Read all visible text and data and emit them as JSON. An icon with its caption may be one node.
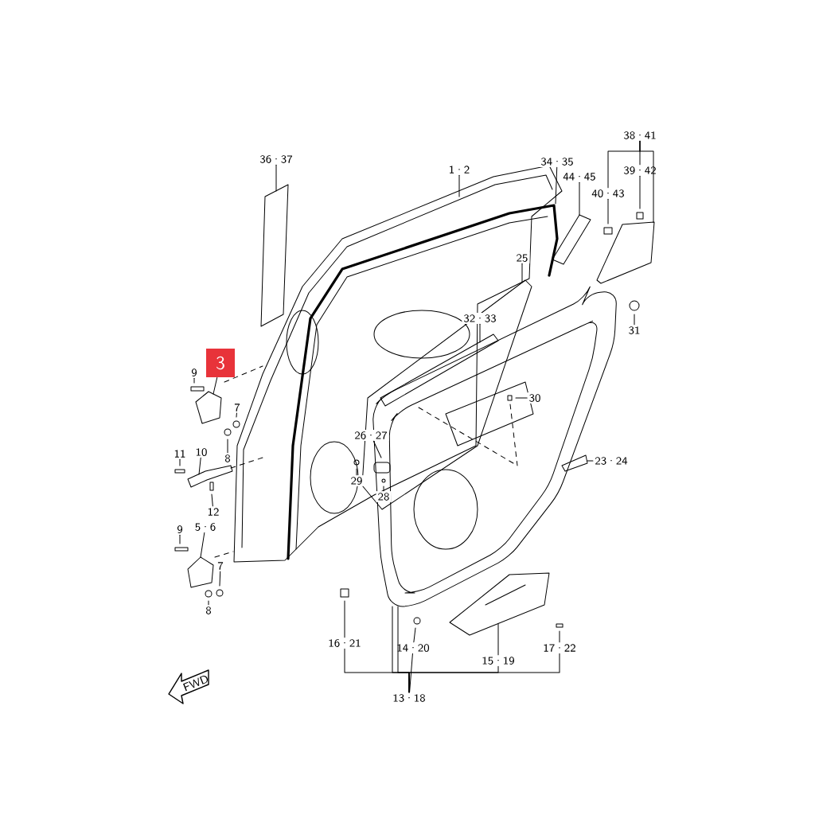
{
  "diagram": {
    "nodes": [
      {
        "text": [
          "36·37"
        ]
      },
      {
        "text": [
          "1·2"
        ]
      },
      {
        "text": [
          "34·35"
        ]
      },
      {
        "text": [
          "44·45"
        ]
      },
      {
        "text": [
          "40·43"
        ]
      },
      {
        "text": [
          "39·42"
        ]
      },
      {
        "text": [
          "38·41"
        ]
      },
      {
        "text": [
          "25"
        ]
      },
      {
        "text": [
          "31"
        ]
      },
      {
        "text": [
          "32·33"
        ]
      },
      {
        "text": [
          "3"
        ]
      },
      {
        "text": [
          "9"
        ]
      },
      {
        "text": [
          "7"
        ]
      },
      {
        "text": [
          "8"
        ]
      },
      {
        "text": [
          "30"
        ]
      },
      {
        "text": [
          "26·27"
        ]
      },
      {
        "text": [
          "29"
        ]
      },
      {
        "text": [
          "28"
        ]
      },
      {
        "text": [
          "11"
        ]
      },
      {
        "text": [
          "10"
        ]
      },
      {
        "text": [
          "12"
        ]
      },
      {
        "text": [
          "23·24"
        ]
      },
      {
        "text": [
          "9"
        ]
      },
      {
        "text": [
          "5·6"
        ]
      },
      {
        "text": [
          "7"
        ]
      },
      {
        "text": [
          "8"
        ]
      },
      {
        "text": [
          "16·21"
        ]
      },
      {
        "text": [
          "14·20"
        ]
      },
      {
        "text": [
          "15·19"
        ]
      },
      {
        "text": [
          "17·22"
        ]
      },
      {
        "text": [
          "13·18"
        ]
      }
    ],
    "edges": [
      {
        "from": 0,
        "to": null,
        "arrow": "none"
      },
      {
        "from": 1,
        "to": null,
        "arrow": "none"
      },
      {
        "from": 2,
        "to": null,
        "arrow": "none"
      },
      {
        "from": 3,
        "to": null,
        "arrow": "none"
      },
      {
        "from": 4,
        "to": null,
        "arrow": "none"
      },
      {
        "from": 5,
        "to": null,
        "arrow": "none"
      },
      {
        "from": 6,
        "to": 4,
        "arrow": "none"
      },
      {
        "from": 6,
        "to": 5,
        "arrow": "none"
      },
      {
        "from": 6,
        "to": null,
        "arrow": "none"
      },
      {
        "from": 7,
        "to": null,
        "arrow": "none"
      },
      {
        "from": 8,
        "to": null,
        "arrow": "none"
      },
      {
        "from": 9,
        "to": null,
        "arrow": "none"
      },
      {
        "from": 10,
        "to": null,
        "arrow": "none"
      },
      {
        "from": 11,
        "to": null,
        "arrow": "none"
      },
      {
        "from": 12,
        "to": null,
        "arrow": "none"
      },
      {
        "from": 13,
        "to": null,
        "arrow": "none"
      },
      {
        "from": 14,
        "to": null,
        "arrow": "none"
      },
      {
        "from": 15,
        "to": null,
        "arrow": "none"
      },
      {
        "from": 16,
        "to": null,
        "arrow": "none"
      },
      {
        "from": 17,
        "to": null,
        "arrow": "none"
      },
      {
        "from": 18,
        "to": null,
        "arrow": "none"
      },
      {
        "from": 19,
        "to": null,
        "arrow": "none"
      },
      {
        "from": 20,
        "to": null,
        "arrow": "none"
      },
      {
        "from": 21,
        "to": null,
        "arrow": "none"
      },
      {
        "from": 22,
        "to": null,
        "arrow": "none"
      },
      {
        "from": 23,
        "to": null,
        "arrow": "none"
      },
      {
        "from": 24,
        "to": null,
        "arrow": "none"
      },
      {
        "from": 25,
        "to": null,
        "arrow": "none"
      },
      {
        "from": 26,
        "to": null,
        "arrow": "none"
      },
      {
        "from": 27,
        "to": null,
        "arrow": "none"
      },
      {
        "from": 28,
        "to": null,
        "arrow": "none"
      },
      {
        "from": 29,
        "to": null,
        "arrow": "none"
      },
      {
        "from": 30,
        "to": 26,
        "arrow": "none"
      },
      {
        "from": 30,
        "to": 27,
        "arrow": "none"
      },
      {
        "from": 30,
        "to": 28,
        "arrow": "none"
      },
      {
        "from": 30,
        "to": 29,
        "arrow": "none"
      },
      {
        "from": 30,
        "to": null,
        "arrow": "none"
      },
      {
        "from": 30,
        "to": null,
        "arrow": "none"
      }
    ],
    "labels": [
      "FWD"
    ]
  }
}
